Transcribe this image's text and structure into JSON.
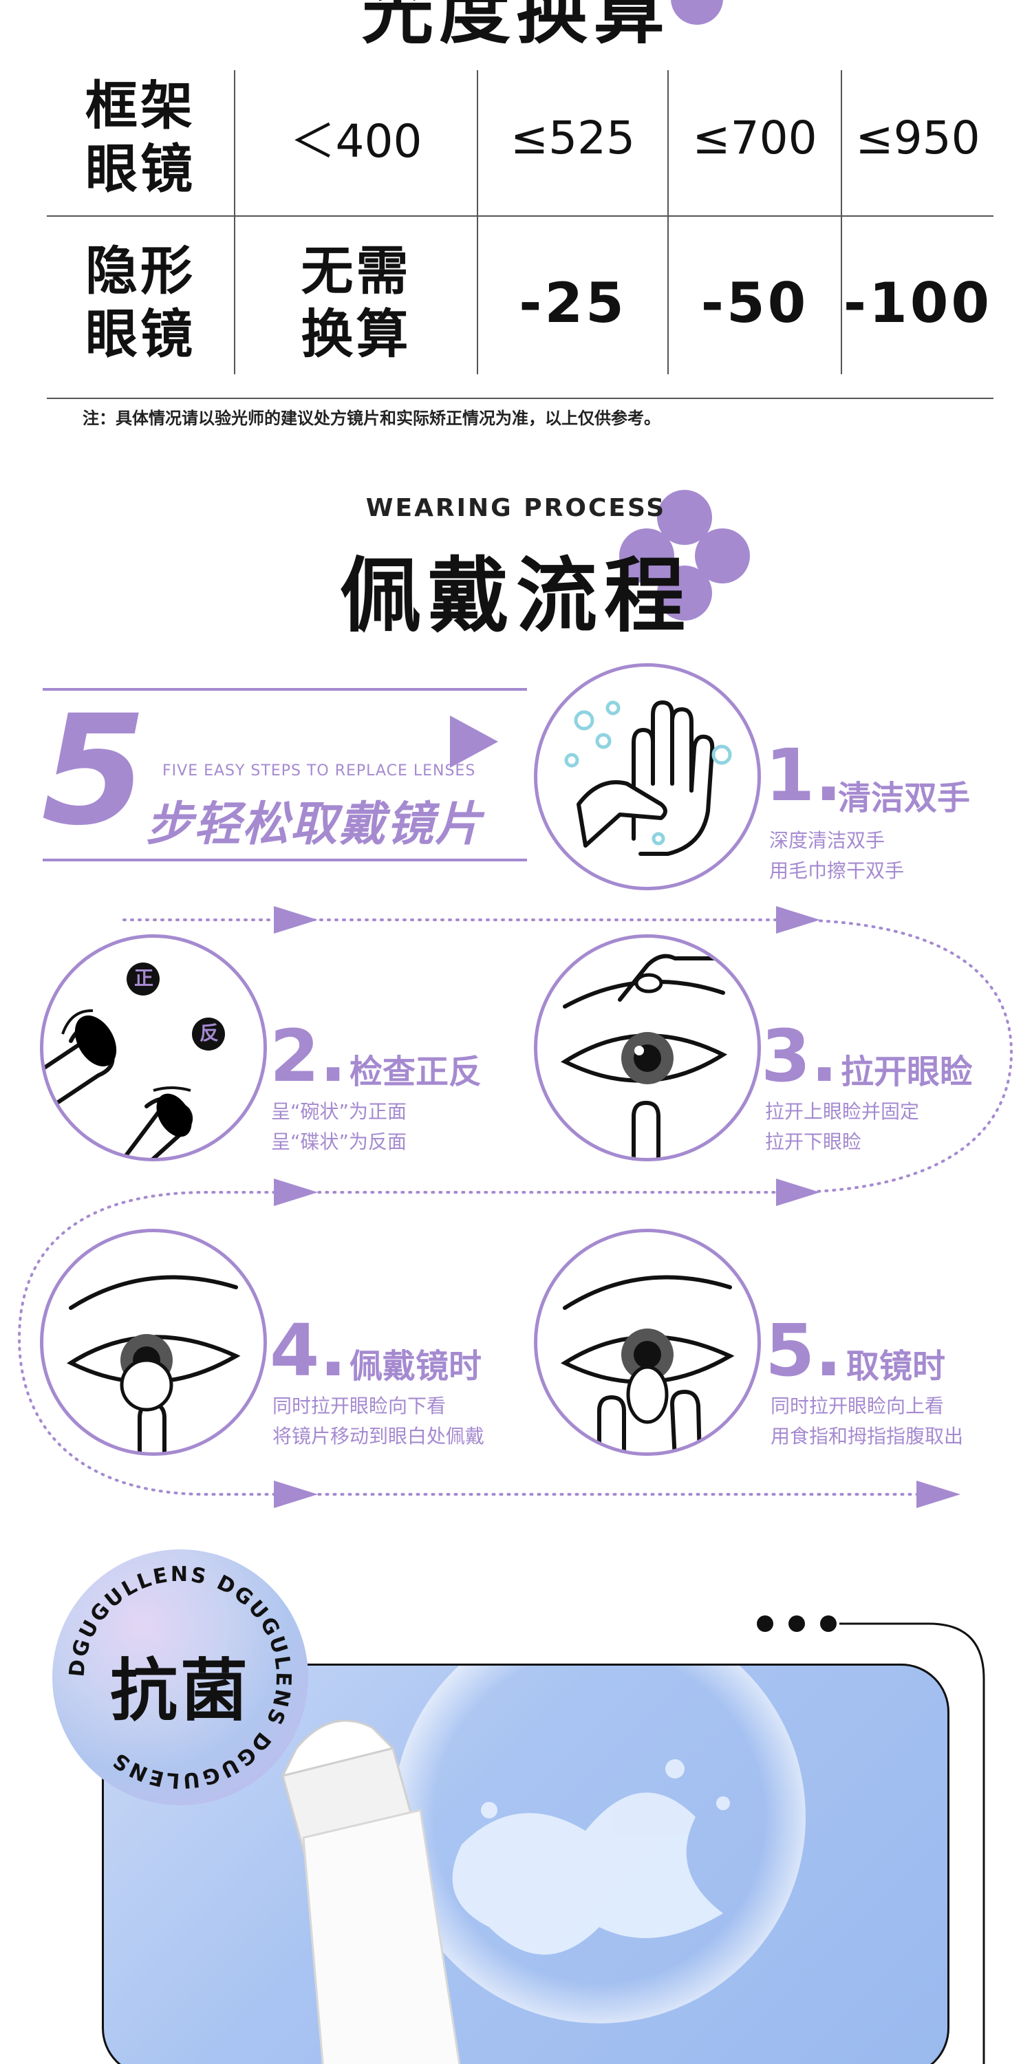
{
  "top_title": "光度换算",
  "table": {
    "header_frame": [
      "框架",
      "眼镜"
    ],
    "header_contact": [
      "隐形",
      "眼镜"
    ],
    "frame_values": [
      "＜400",
      "≤525",
      "≤700",
      "≤950"
    ],
    "contact_first": [
      "无需",
      "换算"
    ],
    "contact_values": [
      "-25",
      "-50",
      "-100"
    ]
  },
  "note": "注：具体情况请以验光师的建议处方镜片和实际矫正情况为准，以上仅供参考。",
  "process": {
    "title_en": "WEARING PROCESS",
    "title_cn": "佩戴流程"
  },
  "banner": {
    "number": "5",
    "subtitle_en": "FIVE EASY STEPS TO REPLACE LENSES",
    "subtitle_cn": "步轻松取戴镜片"
  },
  "steps": [
    {
      "num": "1.",
      "title": "清洁双手",
      "desc": [
        "深度清洁双手",
        "用毛巾擦干双手"
      ]
    },
    {
      "num": "2.",
      "title": "检查正反",
      "desc": [
        "呈“碗状”为正面",
        "呈“碟状”为反面"
      ]
    },
    {
      "num": "3.",
      "title": "拉开眼睑",
      "desc": [
        "拉开上眼睑并固定",
        "拉开下眼睑"
      ]
    },
    {
      "num": "4.",
      "title": "佩戴镜时",
      "desc": [
        "同时拉开眼睑向下看",
        "将镜片移动到眼白处佩戴"
      ]
    },
    {
      "num": "5.",
      "title": "取镜时",
      "desc": [
        "同时拉开眼睑向上看",
        "用食指和拇指指腹取出"
      ]
    }
  ],
  "lens_labels": {
    "front": "正",
    "back": "反"
  },
  "badge": {
    "ring_text": "DGUGULLENS DGUGULENS DGUGULENS",
    "title": "抗菌"
  },
  "colors": {
    "accent": "#a58ad0",
    "text": "#111111"
  }
}
